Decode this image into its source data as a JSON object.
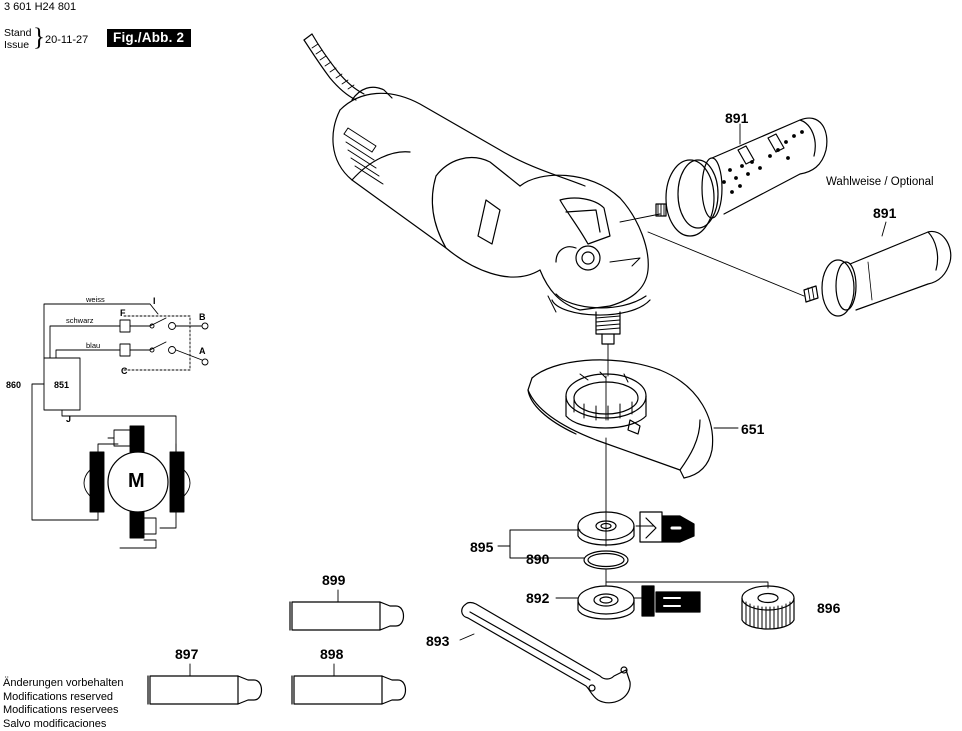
{
  "header": {
    "doc_number": "3 601 H24 801",
    "stand_lines": [
      "Stand",
      "Issue"
    ],
    "brace": "}",
    "date": "20-11-27",
    "figure_label": "Fig./Abb. 2"
  },
  "modifications_note": [
    "Änderungen vorbehalten",
    "Modifications reserved",
    "Modifications reservees",
    "Salvo modificaciones"
  ],
  "parts": {
    "handle_top": "891",
    "handle_optional": "891",
    "optional_text": "Wahlweise / Optional",
    "guard": "651",
    "flange_group": "895",
    "o_ring": "890",
    "mounting_flange": "892",
    "quick_nut": "896",
    "spanner": "893",
    "grease_tube_top": "899",
    "grease_tube_left": "897",
    "grease_tube_right": "898"
  },
  "wiring": {
    "label_860": "860",
    "label_851": "851",
    "wire_weiss": "weiss",
    "wire_schwarz": "schwarz",
    "wire_blau": "blau",
    "term_I": "I",
    "term_F": "F",
    "term_C": "C",
    "term_B": "B",
    "term_A": "A",
    "term_J": "J",
    "motor": "M"
  }
}
